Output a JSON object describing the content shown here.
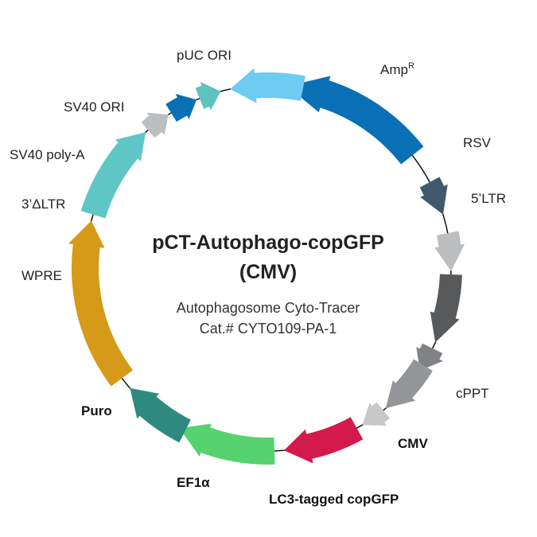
{
  "plasmid": {
    "name": "pCT-Autophago-copGFP",
    "name_line2": "(CMV)",
    "description": "Autophagosome Cyto-Tracer",
    "catalog": "Cat.# CYTO109-PA-1"
  },
  "features": [
    {
      "id": "amp",
      "label": "Amp",
      "sup": "R",
      "color": "#0a70b5",
      "bold": false
    },
    {
      "id": "rsv",
      "label": "RSV",
      "color": "#405a6c",
      "bold": false
    },
    {
      "id": "ltr5",
      "label": "5’LTR",
      "color": "#bcbec0",
      "bold": false
    },
    {
      "id": "dark",
      "label": "",
      "color": "#58595b",
      "bold": false
    },
    {
      "id": "gray1",
      "label": "",
      "color": "#808285",
      "bold": false
    },
    {
      "id": "gray2",
      "label": "",
      "color": "#939598",
      "bold": false
    },
    {
      "id": "cppt",
      "label": "cPPT",
      "color": "#c7c8ca",
      "bold": false
    },
    {
      "id": "cmv",
      "label": "CMV",
      "color": "#d41a4c",
      "bold": true
    },
    {
      "id": "lc3",
      "label": "LC3-tagged copGFP",
      "color": "#56d26e",
      "bold": true
    },
    {
      "id": "ef1a",
      "label": "EF1α",
      "color": "#2e8a7f",
      "bold": true
    },
    {
      "id": "puro",
      "label": "Puro",
      "color": "#d49a18",
      "bold": true
    },
    {
      "id": "wpre",
      "label": "WPRE",
      "color": "#5ec6c4",
      "bold": false
    },
    {
      "id": "ltr3",
      "label": "3’ΔLTR",
      "color": "#bcbec0",
      "bold": false
    },
    {
      "id": "sv40pa",
      "label": "SV40 poly-A",
      "color": "#0a70b5",
      "bold": false
    },
    {
      "id": "sv40ori",
      "label": "SV40 ORI",
      "color": "#5cc3bf",
      "bold": false
    },
    {
      "id": "puc",
      "label": "pUC ORI",
      "color": "#6ecbf2",
      "bold": false
    }
  ]
}
